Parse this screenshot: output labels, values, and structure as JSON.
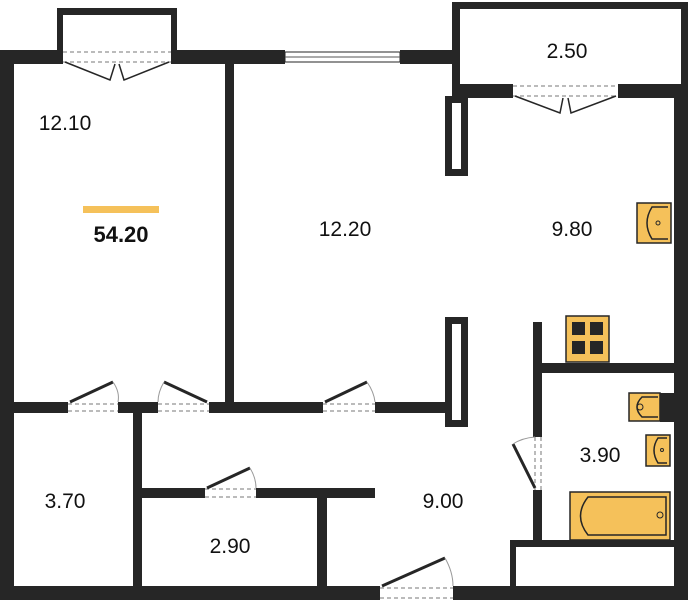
{
  "plan": {
    "total_area": "54.20",
    "accent_color": "#f5c15a",
    "wall_color": "#262626",
    "rooms": [
      {
        "name": "room-bedroom",
        "area": "12.10"
      },
      {
        "name": "room-living",
        "area": "12.20"
      },
      {
        "name": "room-kitchen",
        "area": "9.80"
      },
      {
        "name": "room-balcony",
        "area": "2.50"
      },
      {
        "name": "room-storage",
        "area": "3.70"
      },
      {
        "name": "room-closet",
        "area": "2.90"
      },
      {
        "name": "room-hallway",
        "area": "9.00"
      },
      {
        "name": "room-bathroom",
        "area": "3.90"
      }
    ]
  }
}
